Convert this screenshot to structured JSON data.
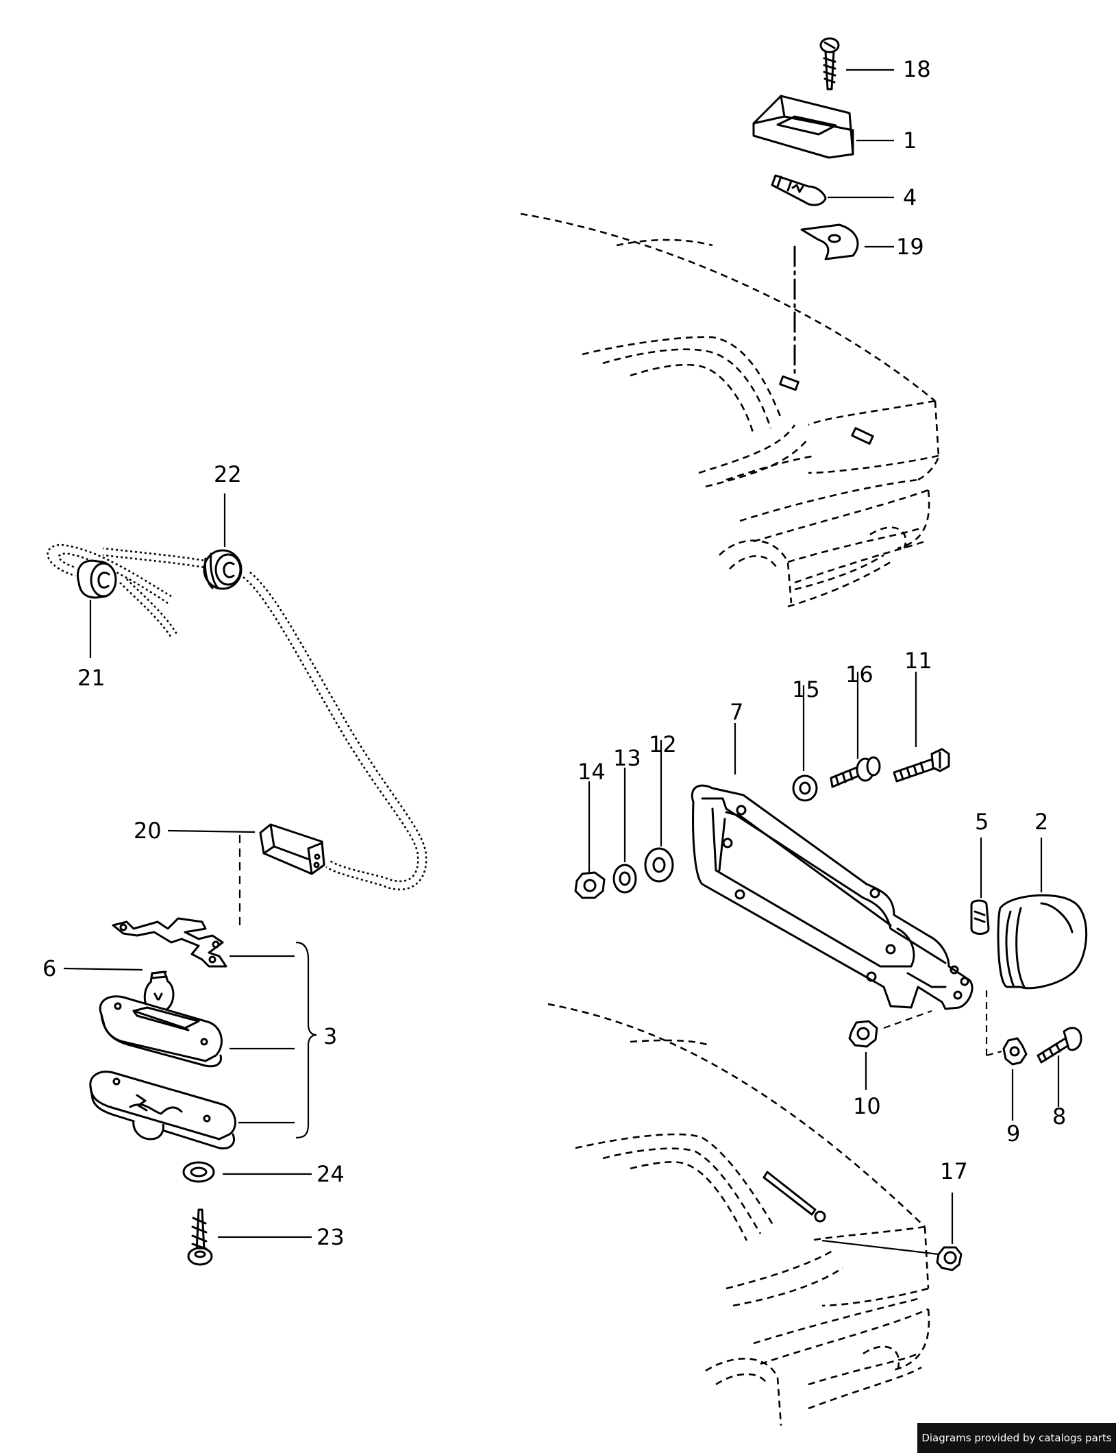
{
  "credit": "Diagrams provided by catalogs parts",
  "callouts": {
    "c1": "1",
    "c2": "2",
    "c3": "3",
    "c4": "4",
    "c5": "5",
    "c6": "6",
    "c7": "7",
    "c8": "8",
    "c9": "9",
    "c10": "10",
    "c11": "11",
    "c12": "12",
    "c13": "13",
    "c14": "14",
    "c15": "15",
    "c16": "16",
    "c17": "17",
    "c18": "18",
    "c19": "19",
    "c20": "20",
    "c21": "21",
    "c22": "22",
    "c23": "23",
    "c24": "24"
  }
}
